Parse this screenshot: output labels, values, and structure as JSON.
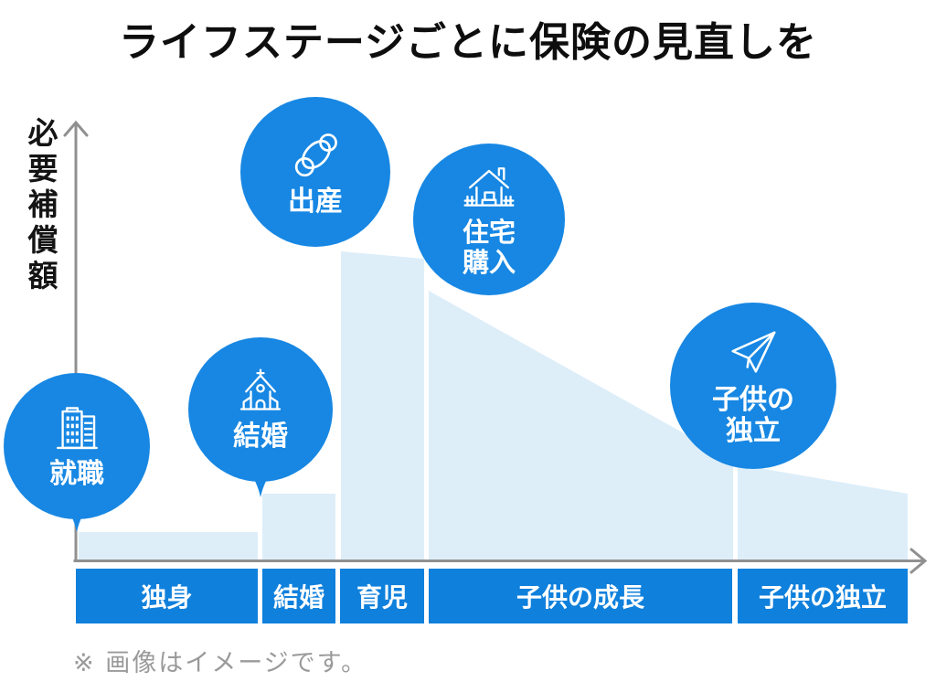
{
  "title": "ライフステージごとに保険の見直しを",
  "y_axis": {
    "label": "必要補償額"
  },
  "note": "※ 画像はイメージです。",
  "colors": {
    "bubble_blue": "#1787e3",
    "bar_blue": "#0f80dc",
    "area_fill": "#ddeef9",
    "axis_gray": "#909090",
    "title_color": "#0e0e0e",
    "note_gray": "#9a9a9a",
    "bubble_text": "#ffffff"
  },
  "bubbles": [
    {
      "icon": "office-building-icon",
      "lines": [
        "就職"
      ]
    },
    {
      "icon": "church-icon",
      "lines": [
        "結婚"
      ]
    },
    {
      "icon": "pacifier-icon",
      "lines": [
        "出産"
      ]
    },
    {
      "icon": "house-icon",
      "lines": [
        "住宅",
        "購入"
      ]
    },
    {
      "icon": "paper-plane-icon",
      "lines": [
        "子供の",
        "独立"
      ]
    }
  ],
  "stages": [
    {
      "label": "独身"
    },
    {
      "label": "結婚"
    },
    {
      "label": "育児"
    },
    {
      "label": "子供の成長"
    },
    {
      "label": "子供の独立"
    }
  ],
  "chart_data": {
    "type": "area",
    "title": "ライフステージごとに保険の見直しを",
    "xlabel": "",
    "ylabel": "必要補償額",
    "categories": [
      "独身",
      "結婚",
      "育児",
      "子供の成長",
      "子供の独立"
    ],
    "series": [
      {
        "name": "必要補償額",
        "segments": [
          {
            "category": "独身",
            "start": 6,
            "end": 6
          },
          {
            "category": "結婚",
            "start": 15,
            "end": 15
          },
          {
            "category": "育児",
            "start": 71,
            "end": 69
          },
          {
            "category": "子供の成長",
            "start": 62,
            "end": 23
          },
          {
            "category": "子供の独立",
            "start": 22,
            "end": 15
          }
        ]
      }
    ],
    "ylim": [
      0,
      100
    ],
    "unit": "relative height (axis unlabeled, values estimated)",
    "grid": false,
    "legend": false,
    "annotations": [
      {
        "label": "就職",
        "category": "独身"
      },
      {
        "label": "結婚",
        "category": "結婚"
      },
      {
        "label": "出産",
        "category": "育児"
      },
      {
        "label": "住宅購入",
        "category": "子供の成長"
      },
      {
        "label": "子供の独立",
        "category": "子供の独立"
      }
    ]
  }
}
